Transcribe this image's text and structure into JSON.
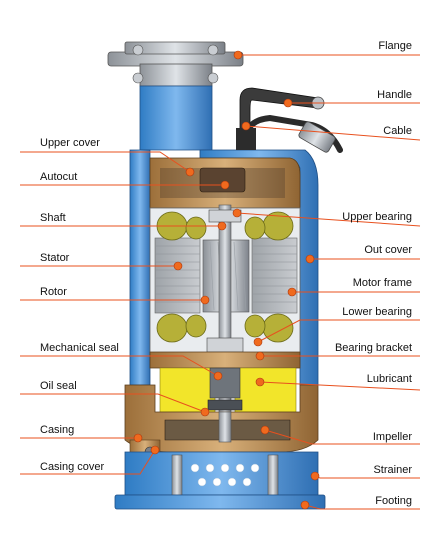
{
  "labels_left": [
    {
      "id": "upper-cover",
      "text": "Upper cover"
    },
    {
      "id": "autocut",
      "text": "Autocut"
    },
    {
      "id": "shaft",
      "text": "Shaft"
    },
    {
      "id": "stator",
      "text": "Stator"
    },
    {
      "id": "rotor",
      "text": "Rotor"
    },
    {
      "id": "mechanical-seal",
      "text": "Mechanical seal"
    },
    {
      "id": "oil-seal",
      "text": "Oil seal"
    },
    {
      "id": "casing",
      "text": "Casing"
    },
    {
      "id": "casing-cover",
      "text": "Casing cover"
    }
  ],
  "labels_right": [
    {
      "id": "flange",
      "text": "Flange"
    },
    {
      "id": "handle",
      "text": "Handle"
    },
    {
      "id": "cable",
      "text": "Cable"
    },
    {
      "id": "upper-bearing",
      "text": "Upper bearing"
    },
    {
      "id": "out-cover",
      "text": "Out cover"
    },
    {
      "id": "motor-frame",
      "text": "Motor frame"
    },
    {
      "id": "lower-bearing",
      "text": "Lower bearing"
    },
    {
      "id": "bearing-bracket",
      "text": "Bearing bracket"
    },
    {
      "id": "lubricant",
      "text": "Lubricant"
    },
    {
      "id": "impeller",
      "text": "Impeller"
    },
    {
      "id": "strainer",
      "text": "Strainer"
    },
    {
      "id": "footing",
      "text": "Footing"
    }
  ],
  "colors": {
    "leader": "#e8501e",
    "dot": "#f06a1e",
    "body_blue": "#3d8fd6",
    "casing_tan": "#b98a50",
    "lubricant": "#f2e52a",
    "coil": "#b6b038"
  }
}
